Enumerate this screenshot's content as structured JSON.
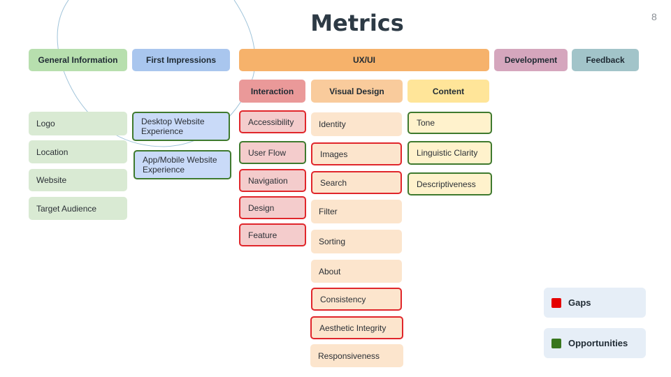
{
  "title": "Metrics",
  "page_number": "8",
  "categories": {
    "general": "General Information",
    "first": "First Impressions",
    "uxui": "UX/UI",
    "development": "Development",
    "feedback": "Feedback"
  },
  "subcategories": {
    "interaction": "Interaction",
    "visual": "Visual Design",
    "content": "Content"
  },
  "general_items": [
    "Logo",
    "Location",
    "Website",
    "Target Audience"
  ],
  "first_items": [
    "Desktop Website Experience",
    "App/Mobile  Website Experience"
  ],
  "interaction_items": [
    "Accessibility",
    "User Flow",
    "Navigation",
    "Design",
    "Feature"
  ],
  "visual_items": [
    "Identity",
    "Images",
    "Search",
    "Filter",
    "Sorting",
    "About",
    "Consistency",
    "Aesthetic Integrity",
    "Responsiveness"
  ],
  "content_items": [
    "Tone",
    "Linguistic Clarity",
    "Descriptiveness"
  ],
  "legend": {
    "gaps": "Gaps",
    "opportunities": "Opportunities"
  },
  "colors": {
    "gap": "#e0262b",
    "opportunity": "#3f7a2e",
    "general": "#b7dfae",
    "first": "#a9c6ee",
    "uxui": "#f6b26b",
    "development": "#d5a6bd",
    "feedback": "#a2c4c9",
    "interaction": "#ea9999",
    "visual": "#f9cb9c",
    "content": "#ffe599"
  }
}
